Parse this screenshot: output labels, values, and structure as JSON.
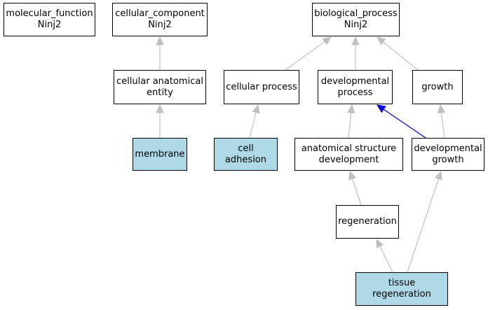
{
  "colors": {
    "highlight": "#add8e6",
    "edge_default": "#c0c0c0",
    "edge_highlight": "#0000ff"
  },
  "nodes": {
    "molecular_function": "molecular_function\nNinj2",
    "cellular_component": "cellular_component\nNinj2",
    "biological_process": "biological_process\nNinj2",
    "cellular_anatomical_entity": "cellular anatomical\nentity",
    "cellular_process": "cellular process",
    "developmental_process": "developmental\nprocess",
    "growth": "growth",
    "membrane": "membrane",
    "cell_adhesion": "cell adhesion",
    "anatomical_structure_development": "anatomical structure\ndevelopment",
    "developmental_growth": "developmental\ngrowth",
    "regeneration": "regeneration",
    "tissue_regeneration": "tissue regeneration"
  },
  "highlighted_nodes": [
    "membrane",
    "cell_adhesion",
    "tissue_regeneration"
  ],
  "edges": [
    {
      "from": "cellular_anatomical_entity",
      "to": "cellular_component",
      "highlight": false
    },
    {
      "from": "membrane",
      "to": "cellular_anatomical_entity",
      "highlight": false
    },
    {
      "from": "cellular_process",
      "to": "biological_process",
      "highlight": false
    },
    {
      "from": "developmental_process",
      "to": "biological_process",
      "highlight": false
    },
    {
      "from": "growth",
      "to": "biological_process",
      "highlight": false
    },
    {
      "from": "cell_adhesion",
      "to": "cellular_process",
      "highlight": false
    },
    {
      "from": "anatomical_structure_development",
      "to": "developmental_process",
      "highlight": false
    },
    {
      "from": "developmental_growth",
      "to": "developmental_process",
      "highlight": true
    },
    {
      "from": "developmental_growth",
      "to": "growth",
      "highlight": false
    },
    {
      "from": "regeneration",
      "to": "anatomical_structure_development",
      "highlight": false
    },
    {
      "from": "tissue_regeneration",
      "to": "regeneration",
      "highlight": false
    },
    {
      "from": "tissue_regeneration",
      "to": "developmental_growth",
      "highlight": false
    }
  ]
}
